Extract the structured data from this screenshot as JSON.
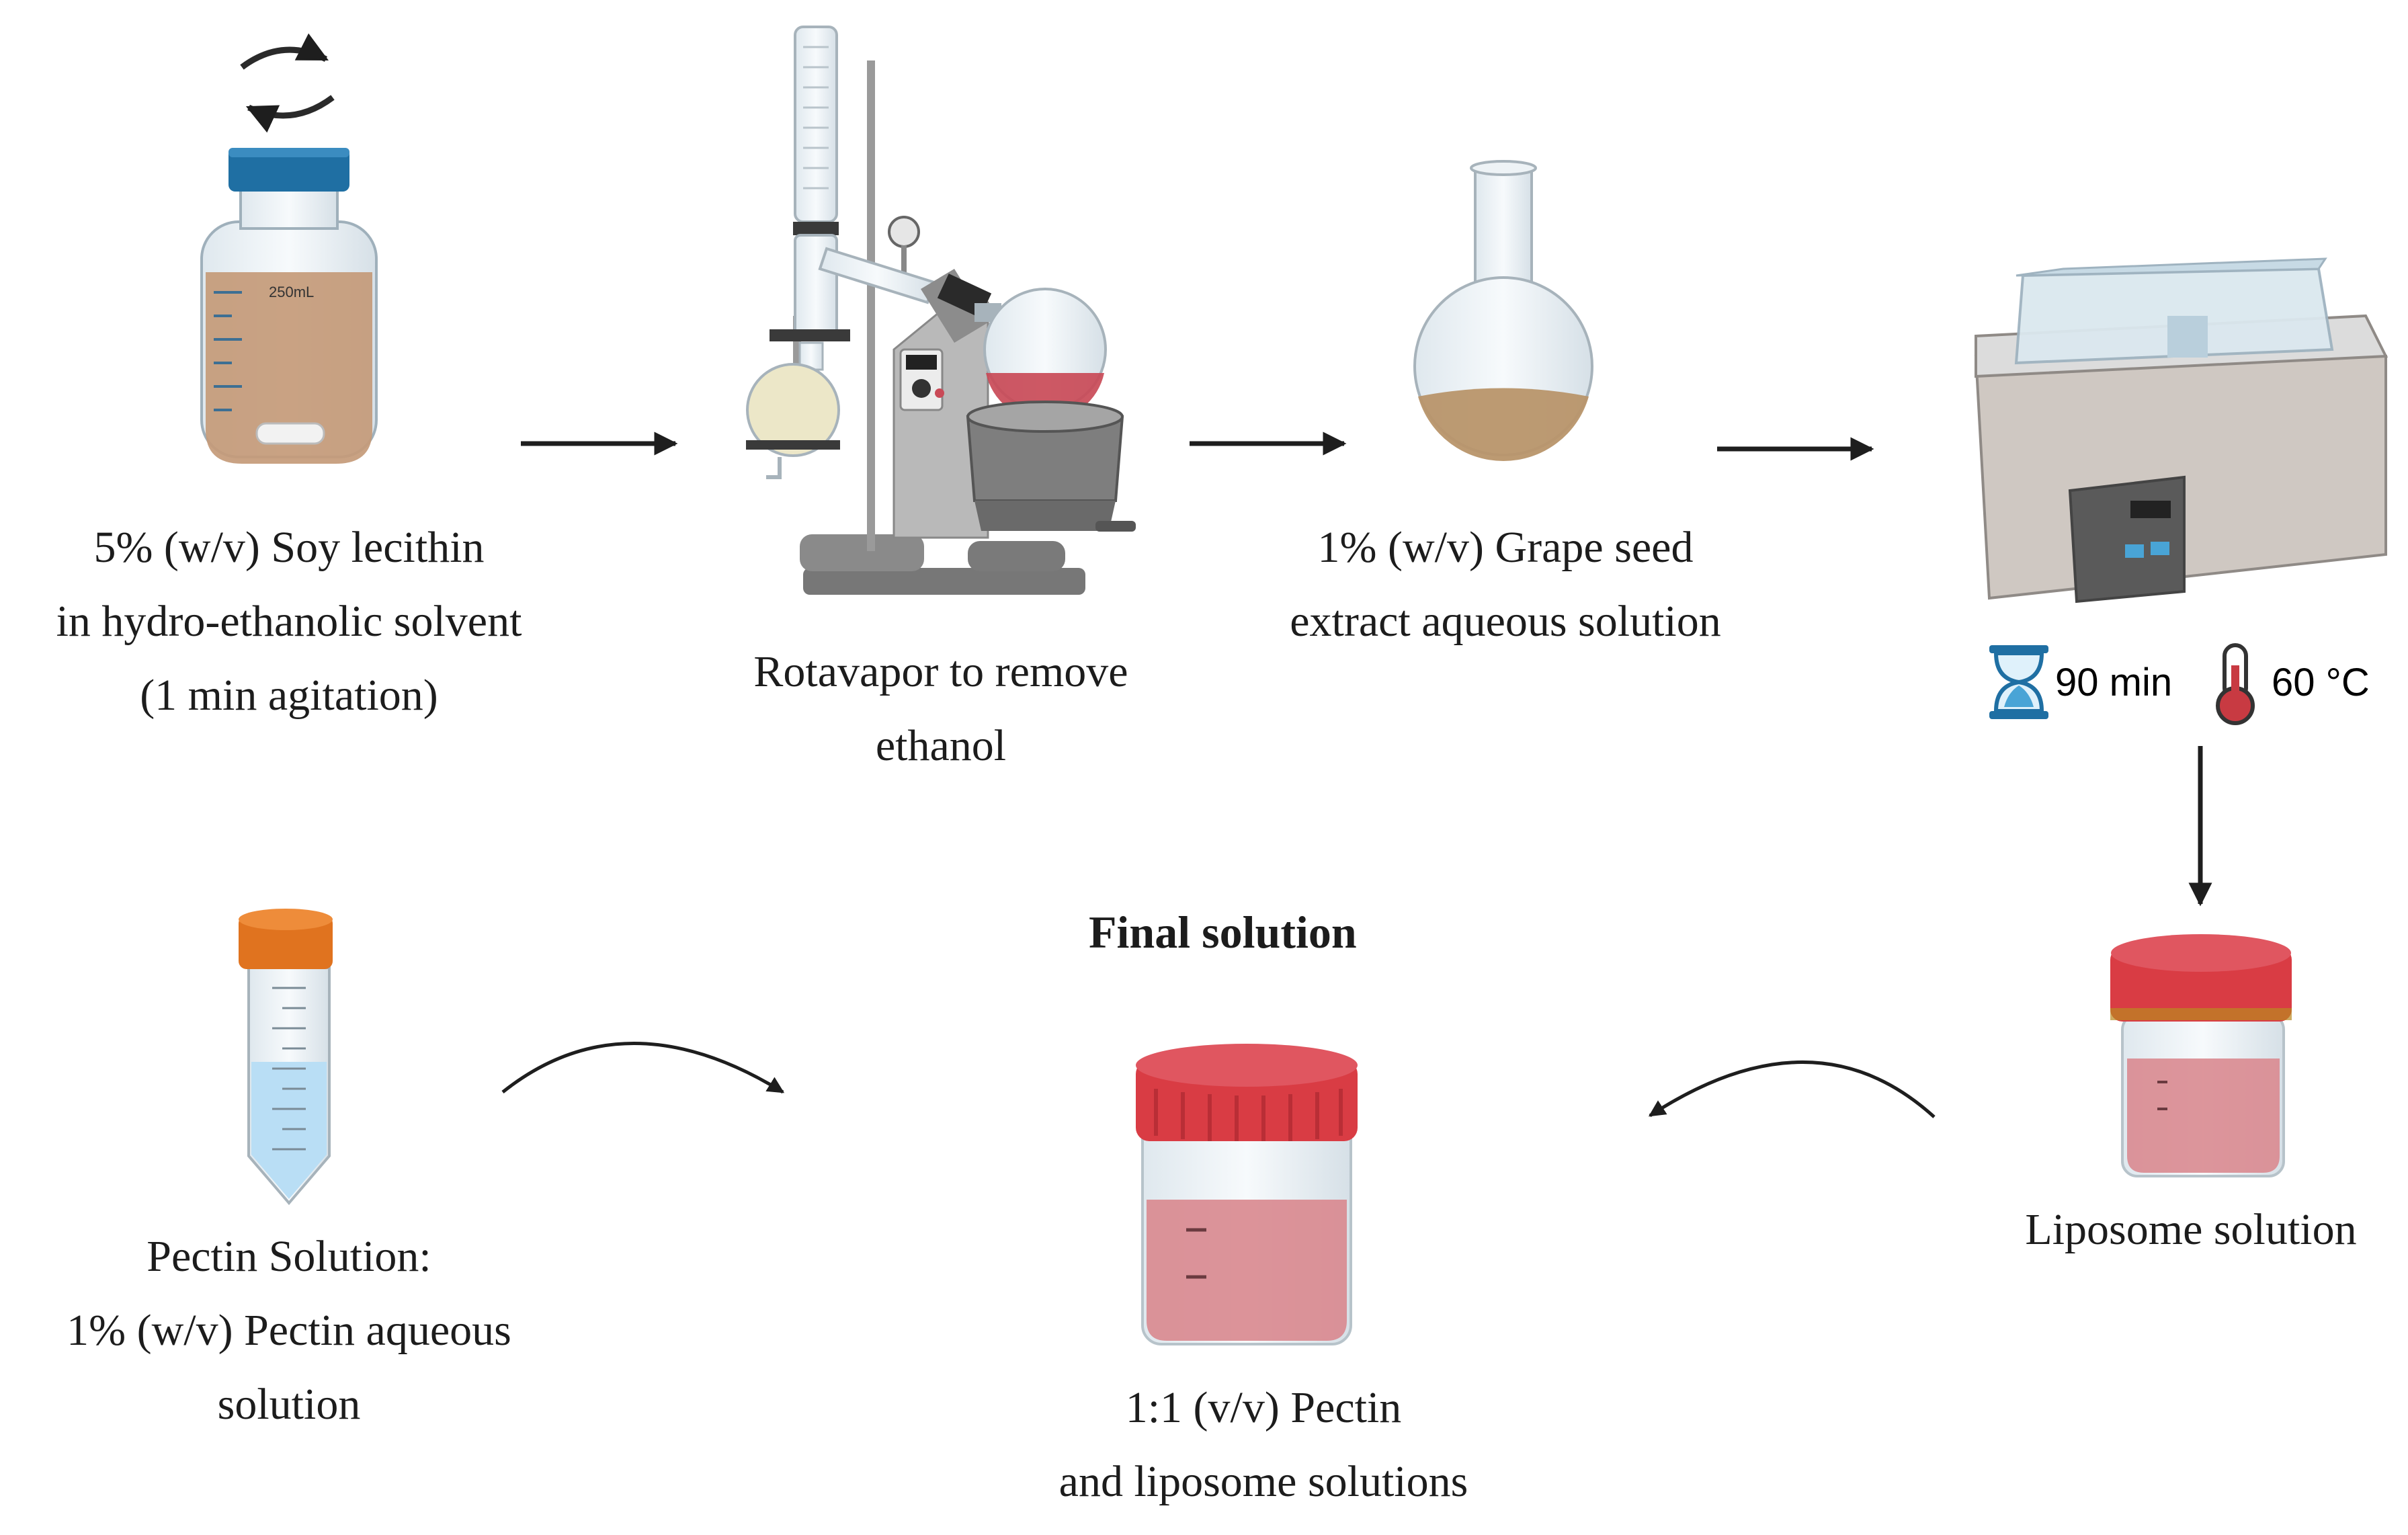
{
  "steps": {
    "soy": {
      "lines": [
        "5% (w/v) Soy lecithin",
        "in hydro-ethanolic solvent",
        "(1 min agitation)"
      ],
      "bottle_label": "250mL"
    },
    "rotavapor": {
      "lines": [
        "Rotavapor to remove",
        "ethanol"
      ]
    },
    "grape": {
      "lines": [
        "1% (w/v) Grape seed",
        "extract aqueous solution"
      ]
    },
    "bath": {
      "time": "90 min",
      "temp": "60 °C"
    },
    "liposome": {
      "label": "Liposome solution"
    },
    "pectin": {
      "lines": [
        "Pectin Solution:",
        "1% (w/v) Pectin aqueous",
        "solution"
      ]
    },
    "final": {
      "title": "Final solution",
      "lines": [
        "1:1 (v/v) Pectin",
        "and liposome solutions"
      ]
    }
  },
  "colors": {
    "soy_liquid": "#c49a78",
    "bottle_cap": "#1f6fa3",
    "grape_liquid": "#b8956a",
    "rotavapor_red": "#c94a57",
    "pink_solution": "#d98a90",
    "red_cap": "#d93c44",
    "orange_cap": "#e0731f",
    "pectin_blue": "#b9def5",
    "bath_grey": "#cfc8c2",
    "arrow": "#1e1e1e"
  },
  "icons": [
    "rotate-arrows-icon",
    "hourglass-icon",
    "thermometer-icon"
  ]
}
